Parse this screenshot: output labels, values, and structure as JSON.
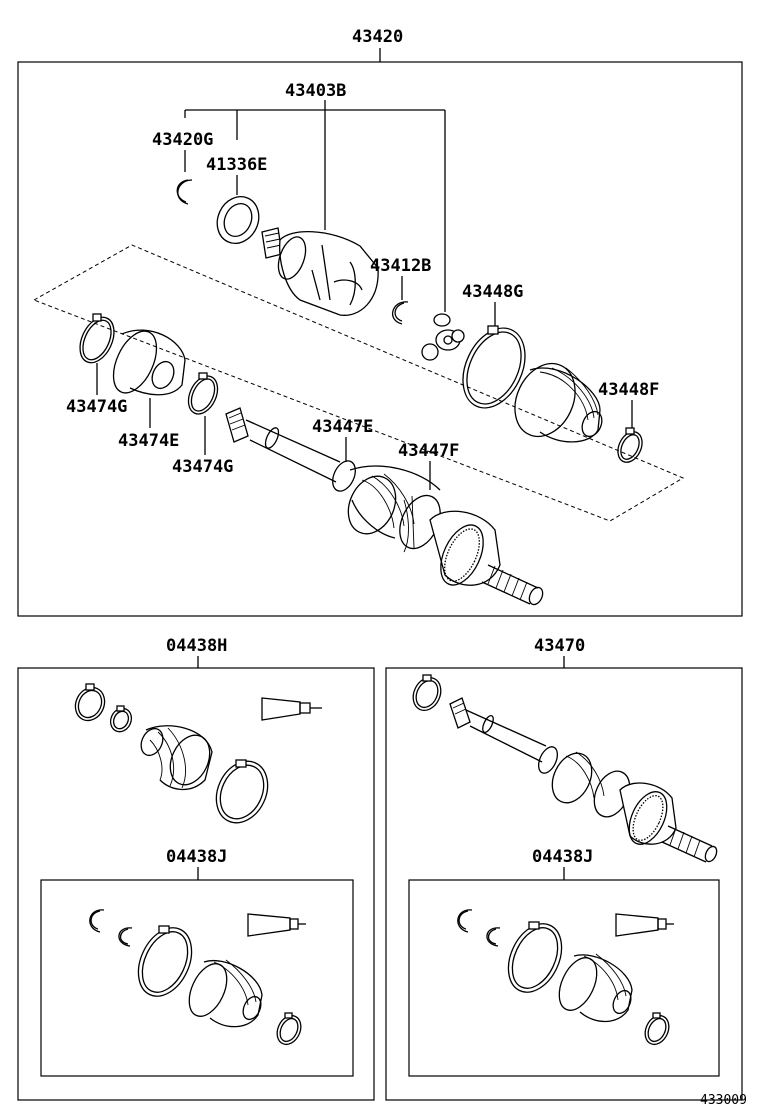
{
  "parts": {
    "p43420": "43420",
    "p43403B": "43403B",
    "p43420G": "43420G",
    "p41336E": "41336E",
    "p43412B": "43412B",
    "p43448G": "43448G",
    "p43448F": "43448F",
    "p43474G_a": "43474G",
    "p43474E": "43474E",
    "p43474G_b": "43474G",
    "p43447E": "43447E",
    "p43447F": "43447F",
    "p04438H": "04438H",
    "p43470": "43470",
    "p04438J_left": "04438J",
    "p04438J_right": "04438J"
  },
  "figure_id": "433009"
}
